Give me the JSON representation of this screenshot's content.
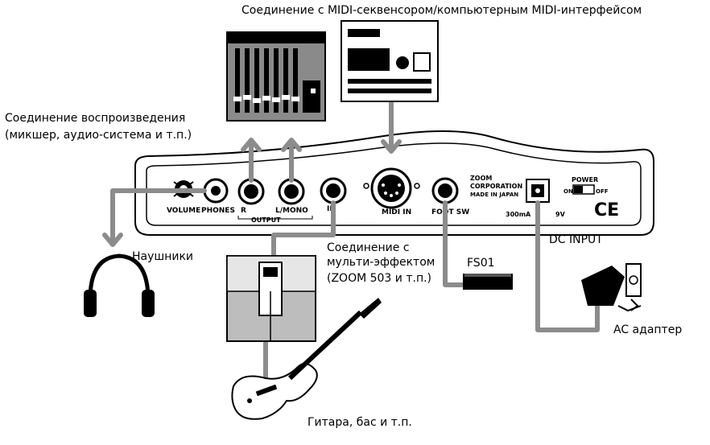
{
  "labels": {
    "midi_connection": "Соединение с MIDI-секвенсором/компьютерным MIDI-интерфейсом",
    "playback_line1": "Соединение воспроизведения",
    "playback_line2": "(микшер, аудио-система и т.п.)",
    "headphones": "Наушники",
    "multi_fx_line1": "Соединение с",
    "multi_fx_line2": "мульти-эффектом",
    "multi_fx_line3": "(ZOOM 503 и т.п.)",
    "fs01": "FS01",
    "dc_input": "DC INPUT",
    "ac_adapter": "AC адаптер",
    "guitar": "Гитара, бас и т.п."
  },
  "panel_labels": {
    "volume": "VOLUME",
    "phones": "PHONES",
    "r": "R",
    "l_mono": "L/MONO",
    "output": "OUTPUT",
    "in": "IN",
    "midi_in": "MIDI IN",
    "foot_sw": "FOOT SW",
    "brand1": "ZOOM",
    "brand2": "CORPORATION",
    "made_in": "MADE IN JAPAN",
    "rating": "300mA",
    "voltage": "9V",
    "power": "POWER",
    "on": "ON",
    "off": "OFF",
    "ce": "CE"
  },
  "colors": {
    "cable": "#8c8c8c",
    "ink": "#000000",
    "panel": "#ffffff"
  }
}
